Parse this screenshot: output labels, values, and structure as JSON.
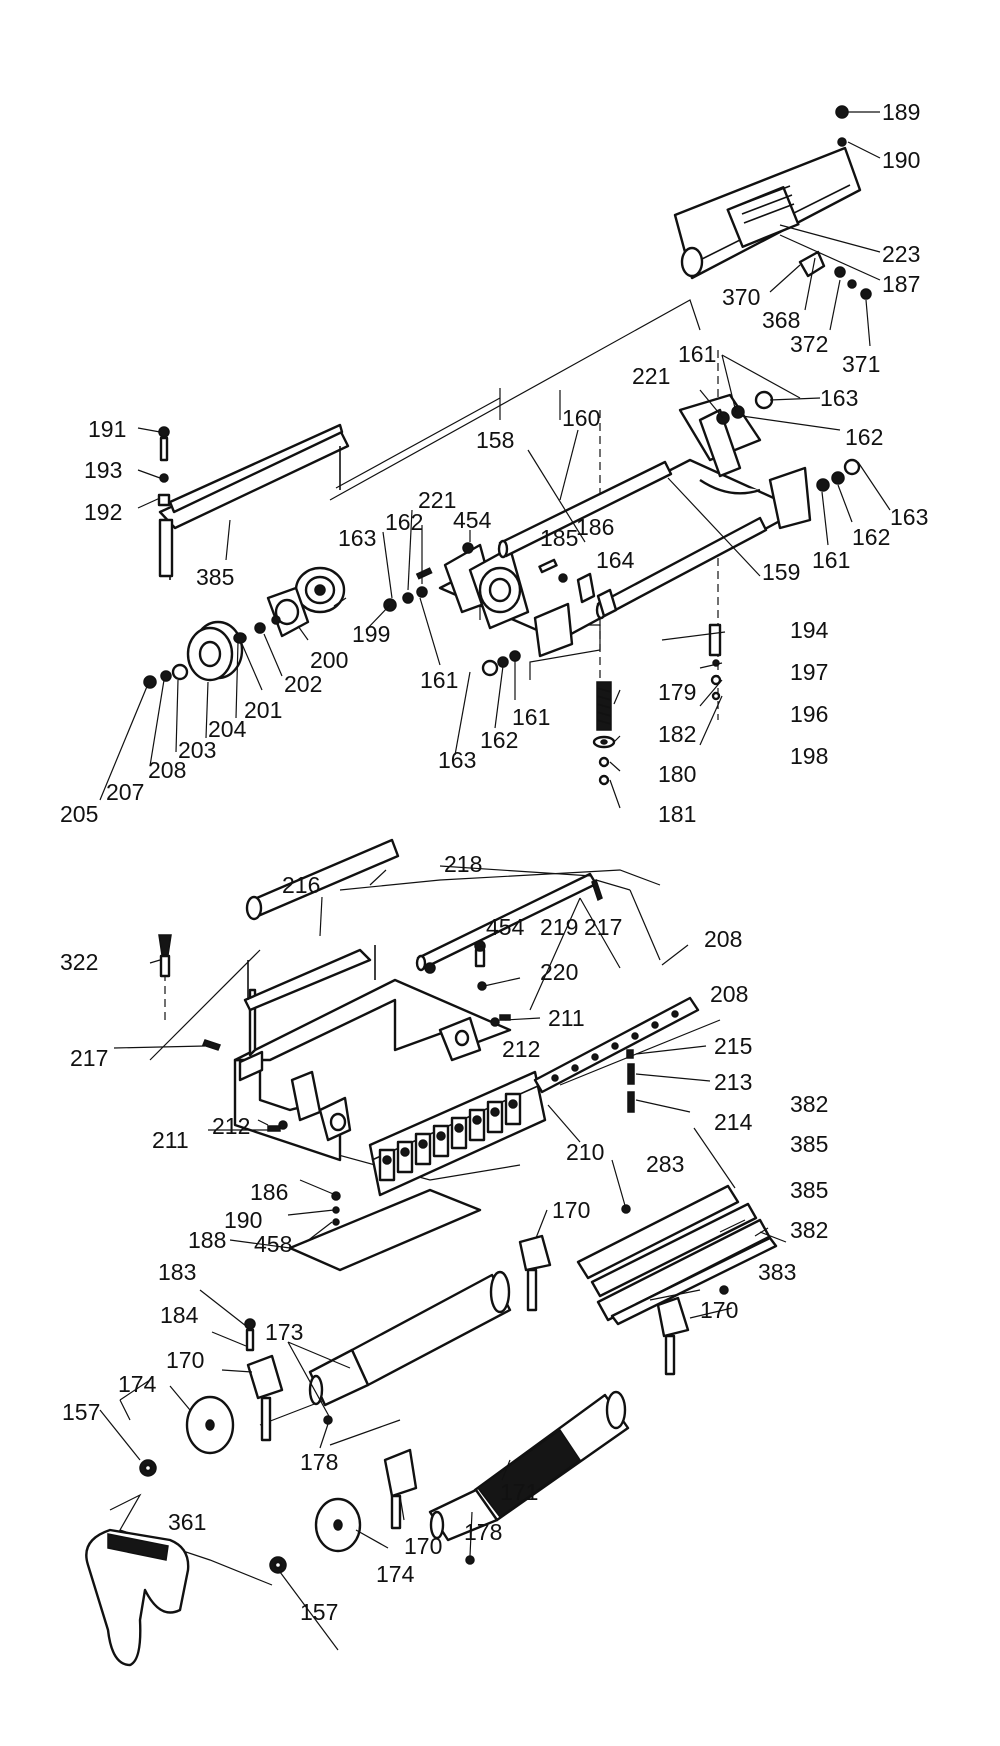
{
  "labels": {
    "p189": "189",
    "p190a": "190",
    "p223": "223",
    "p187": "187",
    "p370": "370",
    "p368": "368",
    "p372": "372",
    "p371": "371",
    "p161a": "161",
    "p221a": "221",
    "p163a": "163",
    "p160": "160",
    "p162a": "162",
    "p158": "158",
    "p163b": "163",
    "p162b": "162",
    "p161b": "161",
    "p191": "191",
    "p193": "193",
    "p192": "192",
    "p385a": "385",
    "p221b": "221",
    "p454a": "454",
    "p162c": "162",
    "p163c": "163",
    "p185": "185",
    "p186a": "186",
    "p164": "164",
    "p159": "159",
    "p199": "199",
    "p200": "200",
    "p202": "202",
    "p201": "201",
    "p204": "204",
    "p203": "203",
    "p208a": "208",
    "p207": "207",
    "p205": "205",
    "p161c": "161",
    "p161d": "161",
    "p162d": "162",
    "p163d": "163",
    "p194": "194",
    "p197": "197",
    "p196": "196",
    "p198": "198",
    "p179": "179",
    "p182": "182",
    "p180": "180",
    "p181": "181",
    "p218": "218",
    "p216": "216",
    "p217a": "217",
    "p454b": "454",
    "p219": "219",
    "p208b": "208",
    "p208c": "208",
    "p322": "322",
    "p220": "220",
    "p211a": "211",
    "p212a": "212",
    "p215": "215",
    "p217b": "217",
    "p213": "213",
    "p214": "214",
    "p211b": "211",
    "p212b": "212",
    "p210": "210",
    "p382a": "382",
    "p385b": "385",
    "p283": "283",
    "p385c": "385",
    "p382b": "382",
    "p186b": "186",
    "p190b": "190",
    "p170a": "170",
    "p188": "188",
    "p458": "458",
    "p383": "383",
    "p183": "183",
    "p170b": "170",
    "p184": "184",
    "p173": "173",
    "p170c": "170",
    "p174a": "174",
    "p157a": "157",
    "p178a": "178",
    "p171": "171",
    "p178b": "178",
    "p170d": "170",
    "p361": "361",
    "p174b": "174",
    "p157b": "157"
  }
}
